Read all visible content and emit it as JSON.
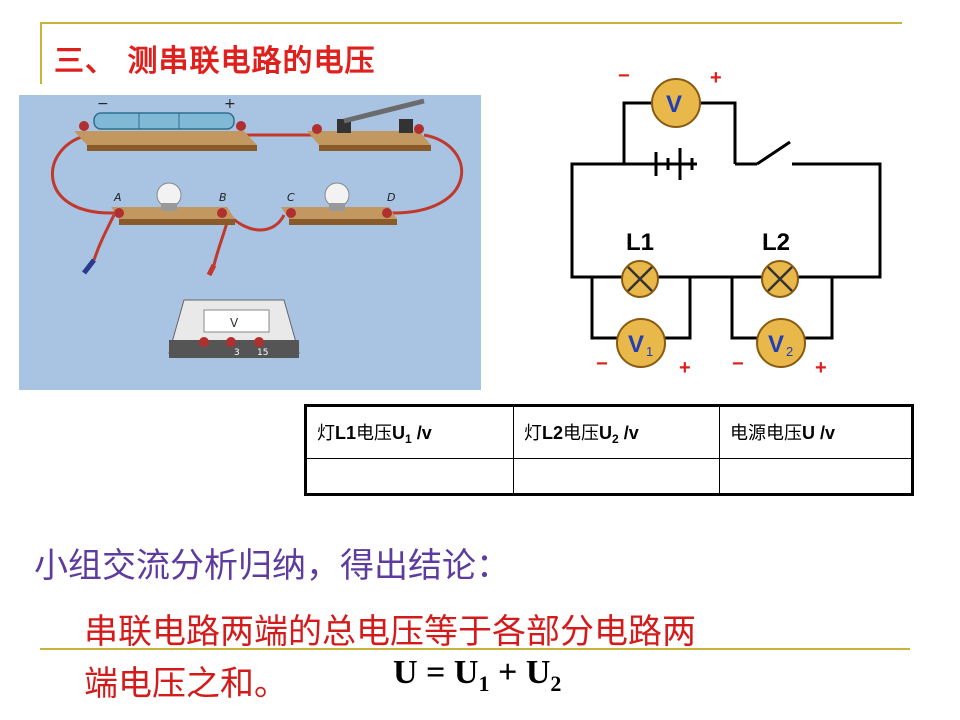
{
  "slide": {
    "title": "三、 测串联电路的电压"
  },
  "photo": {
    "bulb_labels": [
      "A",
      "B",
      "C",
      "D"
    ],
    "battery_minus": "−",
    "battery_plus": "+",
    "meter_scale_left": "3",
    "meter_scale_right": "15",
    "meter_face": "V"
  },
  "circuit": {
    "voltmeter_main": "V",
    "voltmeter_1": "V",
    "voltmeter_1_sub": "1",
    "voltmeter_2": "V",
    "voltmeter_2_sub": "2",
    "lamp_1": "L1",
    "lamp_2": "L2",
    "minus": "−",
    "plus": "+"
  },
  "table": {
    "headers": [
      {
        "pre": "灯",
        "bold": "L1",
        "mid": "电压",
        "var": "U",
        "sub": "1",
        "unit": " /v"
      },
      {
        "pre": "灯",
        "bold": "L2",
        "mid": "电压",
        "var": "U",
        "sub": "2",
        "unit": " /v"
      },
      {
        "pre": "电源电压",
        "bold": "",
        "mid": "",
        "var": "U",
        "sub": "",
        "unit": " /v"
      }
    ],
    "row": [
      "",
      "",
      ""
    ]
  },
  "conclusion": {
    "intro": "小组交流分析归纳，得出结论：",
    "line1": "串联电路两端的总电压等于各部分电路两",
    "line2": "端电压之和。",
    "formula_main": "U = U",
    "formula_sub1": "1",
    "formula_plus": " +  U",
    "formula_sub2": "2"
  },
  "colors": {
    "title": "#e0201c",
    "conclusion_intro": "#5d3c9e",
    "conclusion_text": "#d41b1b",
    "accent_line": "#c8b43c",
    "meter_fill": "#e8b84a",
    "meter_text": "#1e3fb8",
    "photo_bg": "#a9c3e3"
  }
}
